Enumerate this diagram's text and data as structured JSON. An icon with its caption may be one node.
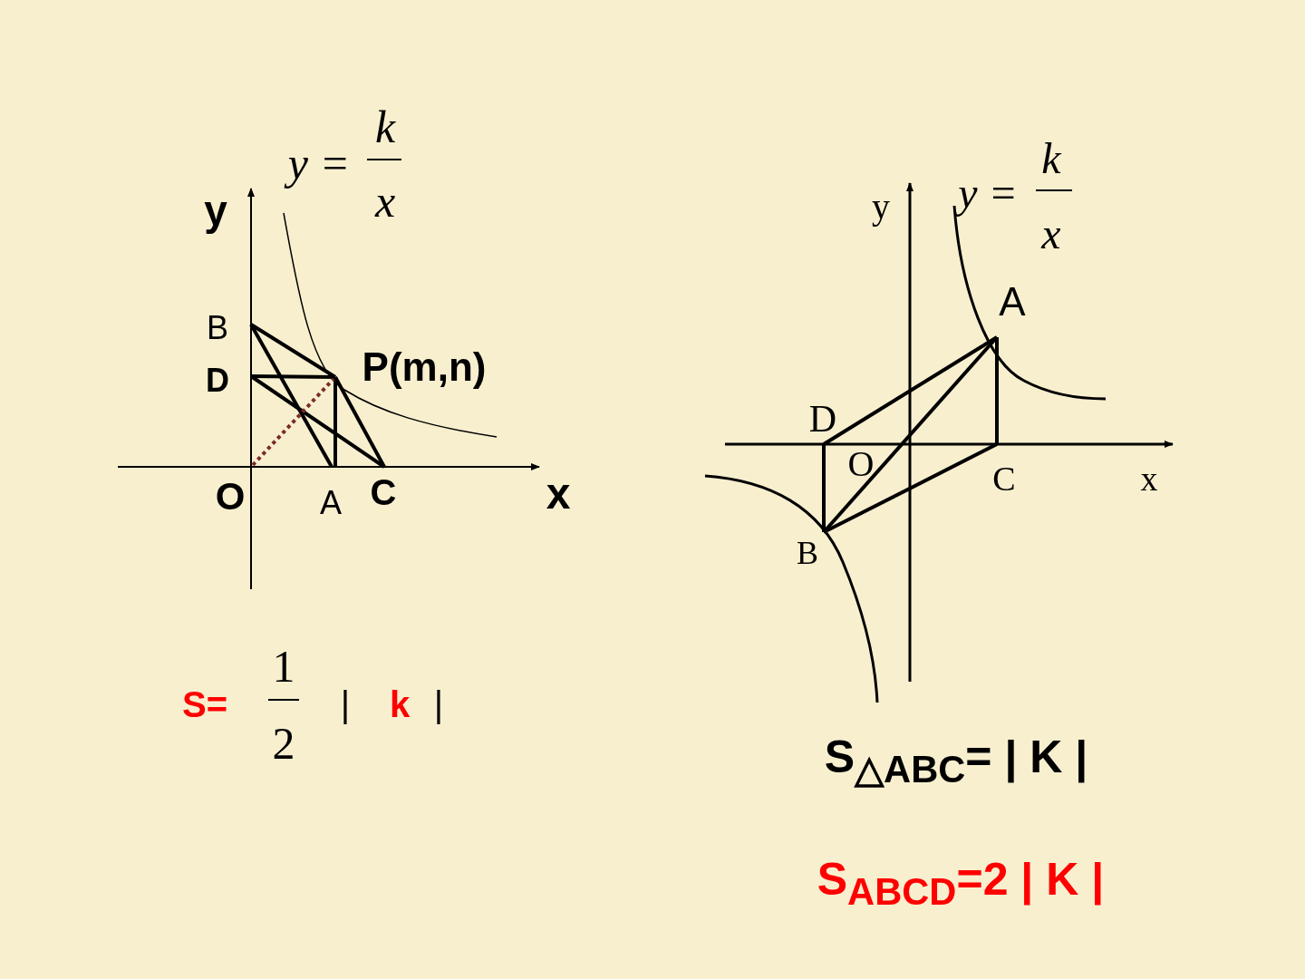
{
  "diagram": {
    "labels": [
      "y =",
      "k",
      "x",
      "y",
      "B",
      "P(m,n)",
      "D",
      "O",
      "A",
      "C",
      "x",
      "y",
      "y =",
      "k",
      "x",
      "A",
      "D",
      "O",
      "C",
      "x",
      "B",
      "S=",
      "1",
      "2",
      "|",
      "k",
      "|",
      "S$_{△ABC}$= | K |",
      "S$_{ABCD}$=2 | K |"
    ]
  }
}
